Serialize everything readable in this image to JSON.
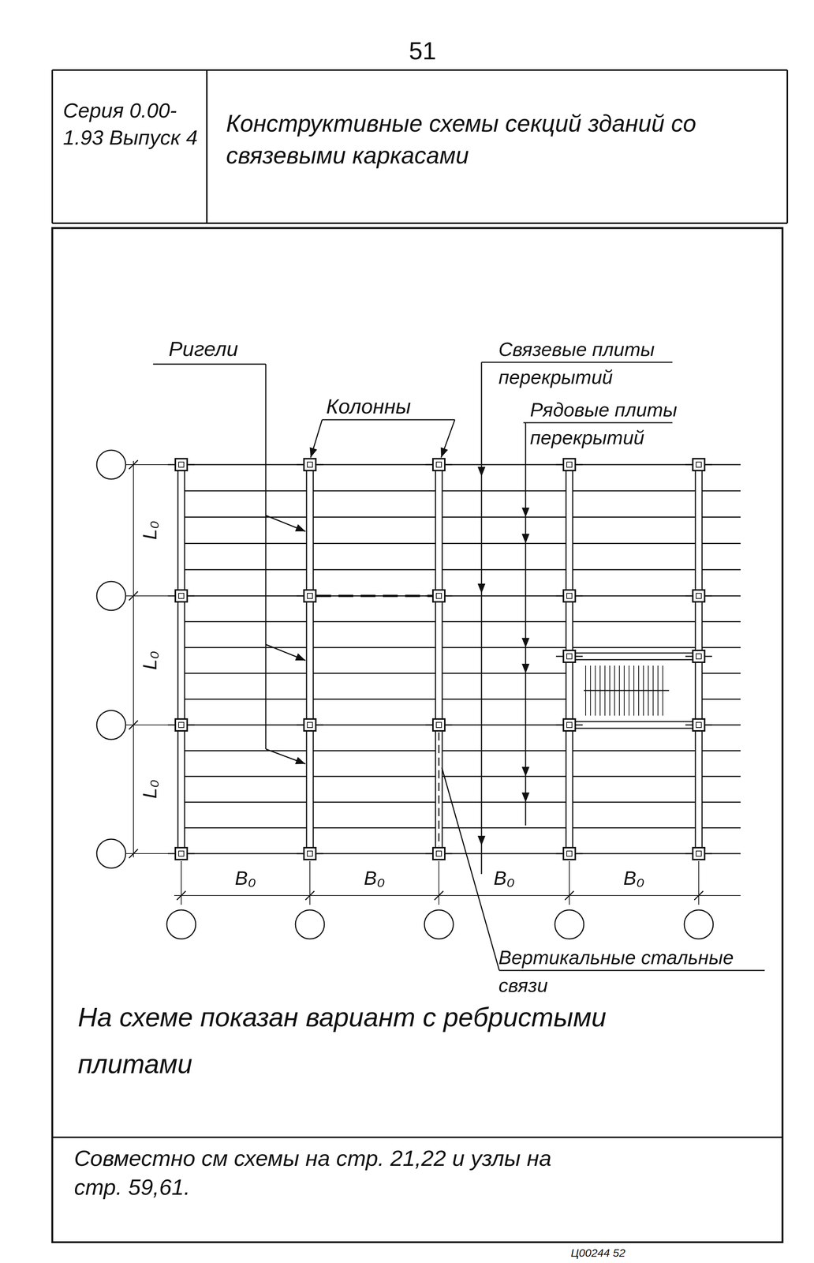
{
  "diagram": {
    "title": "Конструктивные схемы секций зданий со связевыми каркасами",
    "caption": "На схеме показан вариант с ребристыми плитами",
    "nodes": [
      {
        "text": [
          "Серия 0.00-1.93 Выпуск 4"
        ]
      },
      {
        "text": [
          "Совместно см схемы на стр. 21,22 и узлы на стр. 59,61."
        ]
      }
    ],
    "labels": [
      "51",
      "Ригели",
      "Колонны",
      "Связевые плиты перекрытий",
      "Рядовые плиты перекрытий",
      "L₀",
      "L₀",
      "L₀",
      "B₀",
      "B₀",
      "B₀",
      "B₀",
      "Вертикальные стальные связи",
      "Ц00244 52"
    ]
  }
}
